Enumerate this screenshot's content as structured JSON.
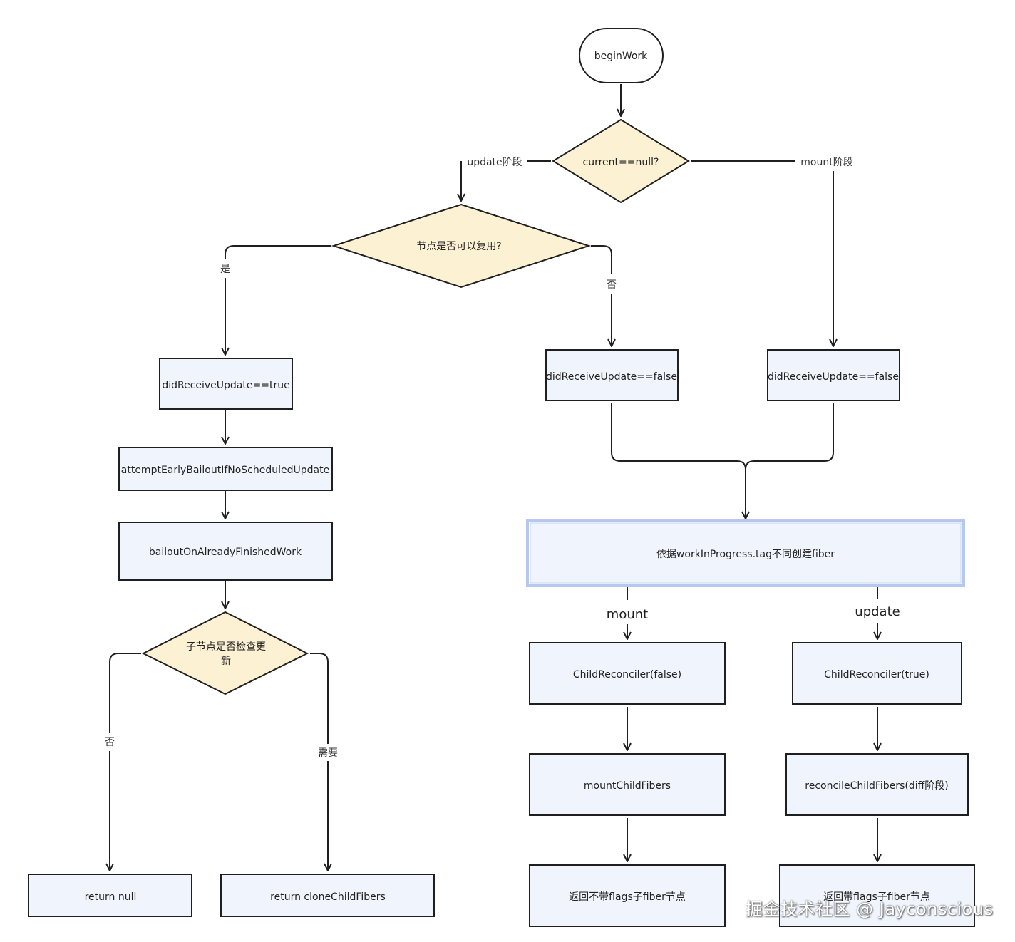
{
  "nodes": {
    "begin": "beginWork",
    "current_null": "current==null?",
    "reusable": "节点是否可以复用?",
    "did_true": "didReceiveUpdate==true",
    "did_false_update": "didReceiveUpdate==false",
    "did_false_mount": "didReceiveUpdate==false",
    "attempt": "attemptEarlyBailoutIfNoScheduledUpdate",
    "bailout": "bailoutOnAlreadyFinishedWork",
    "child_check_line1": "子节点是否检查更",
    "child_check_line2": "新",
    "return_null": "return null",
    "return_clone": "return cloneChildFibers",
    "create_fiber": "依据workInProgress.tag不同创建fiber",
    "reconciler_false": "ChildReconciler(false)",
    "reconciler_true": "ChildReconciler(true)",
    "mount_child": "mountChildFibers",
    "reconcile_child": "reconcileChildFibers(diff阶段)",
    "return_no_flags": "返回不带flags子fiber节点",
    "return_flags": "返回带flags子fiber节点"
  },
  "edges": {
    "update_phase": "update阶段",
    "mount_phase": "mount阶段",
    "yes": "是",
    "no": "否",
    "child_no": "否",
    "child_need": "需要",
    "mount": "mount",
    "update": "update"
  },
  "watermark": "掘金技术社区 @ Jayconscious",
  "colors": {
    "box_fill": "#f0f4fc",
    "decision_fill": "#fdf1d3",
    "stroke": "#1f1f1f",
    "highlight": "#b6c8ee"
  }
}
